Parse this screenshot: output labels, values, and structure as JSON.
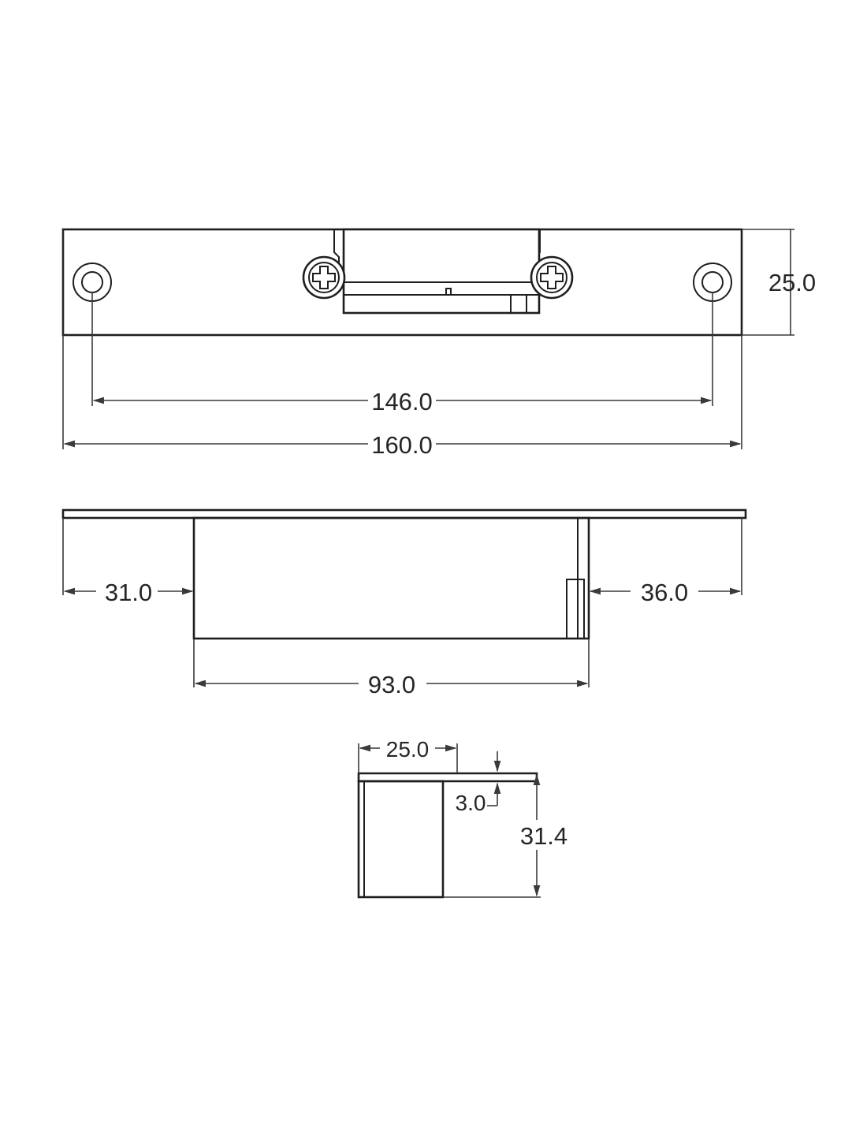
{
  "dimensions": {
    "plate_height": "25.0",
    "hole_spacing": "146.0",
    "overall_length": "160.0",
    "left_offset": "31.0",
    "right_offset": "36.0",
    "body_length": "93.0",
    "end_width": "25.0",
    "lip_thickness": "3.0",
    "end_depth": "31.4"
  },
  "colors": {
    "line": "#1e1e1e",
    "text": "#262626",
    "background": "#ffffff"
  }
}
